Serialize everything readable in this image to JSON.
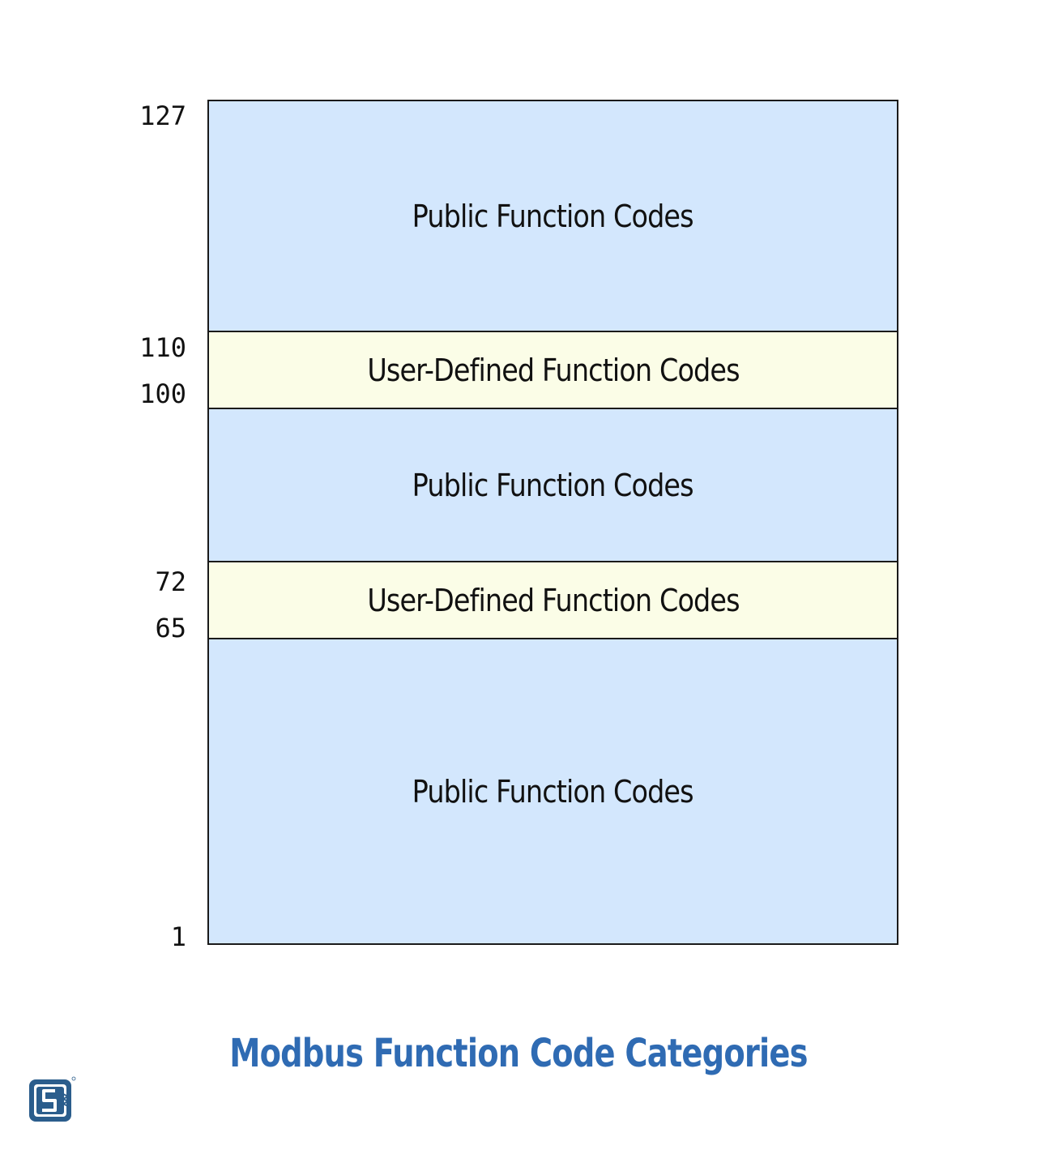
{
  "diagram": {
    "bands": [
      {
        "label": "Public Function Codes",
        "kind": "public"
      },
      {
        "label": "User-Defined Function Codes",
        "kind": "user-defined"
      },
      {
        "label": "Public Function Codes",
        "kind": "public"
      },
      {
        "label": "User-Defined Function Codes",
        "kind": "user-defined"
      },
      {
        "label": "Public Function Codes",
        "kind": "public"
      }
    ],
    "ticks": [
      "127",
      "110",
      "100",
      "72",
      "65",
      "1"
    ]
  },
  "title": "Modbus Function Code Categories",
  "colors": {
    "public": "#d3e7fd",
    "user_defined": "#fbfde7",
    "title": "#2f6bb3",
    "border": "#1a1a1a"
  },
  "logo": {
    "icon": "circuit-logo-icon"
  }
}
